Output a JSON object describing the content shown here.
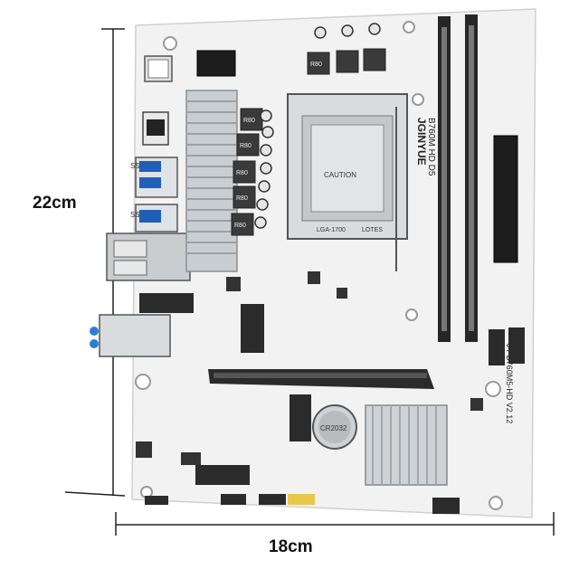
{
  "dimensions": {
    "height_label": "22cm",
    "width_label": "18cm"
  },
  "board": {
    "brand_text": "JGINYUE",
    "model_text": "B760M HD D5",
    "model_version_text": "JY-B760M5-HD V2.12",
    "socket_caution_text": "CAUTION",
    "socket_lga_text": "LGA-1700",
    "socket_base_text": "LOTES",
    "cmos_battery_text": "CR2032",
    "choke_labels": [
      "R80",
      "R80",
      "R80",
      "R80",
      "R80",
      "R80"
    ],
    "usb_labels": [
      "SS",
      "SS"
    ],
    "pcb_color": "#f1f1f1",
    "heatsink_color": "#cfd3d6",
    "slot_color": "#2a2a2a"
  }
}
